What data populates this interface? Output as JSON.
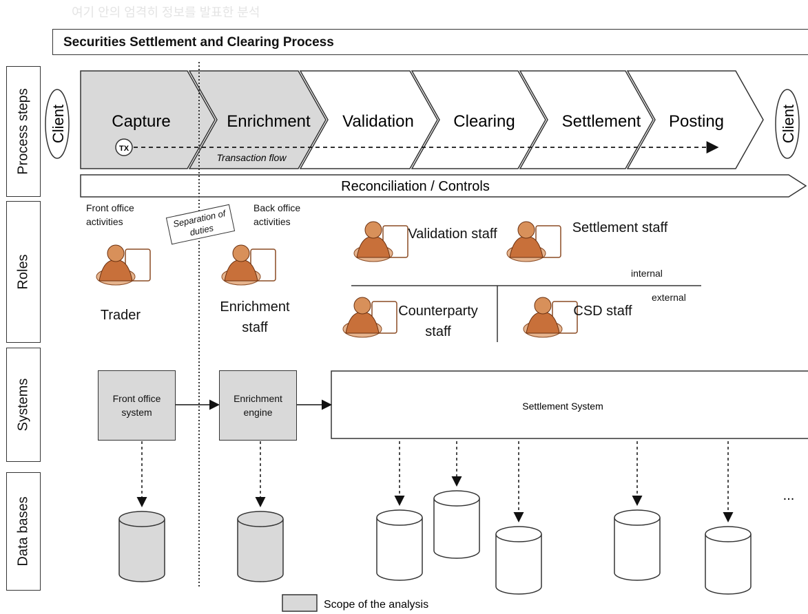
{
  "header_text": "여기 안의 엄격히 정보를 발표한 분석",
  "title": "Securities Settlement and Clearing Process",
  "lanes": {
    "process_steps": "Process steps",
    "roles": "Roles",
    "systems": "Systems",
    "data_bases": "Data bases"
  },
  "client_left": "Client",
  "client_right": "Client",
  "steps": [
    "Capture",
    "Enrichment",
    "Validation",
    "Clearing",
    "Settlement",
    "Posting"
  ],
  "tx_label": "TX",
  "transaction_flow": "Transaction flow",
  "reconciliation": "Reconciliation / Controls",
  "front_office": "Front office activities",
  "back_office": "Back office activities",
  "separation": "Separation of duties",
  "roles": {
    "trader": "Trader",
    "enrichment_staff": "Enrichment staff",
    "validation_staff": "Validation staff",
    "settlement_staff": "Settlement staff",
    "counterparty_staff": "Counterparty staff",
    "csd_staff": "CSD staff",
    "internal": "internal",
    "external": "external"
  },
  "systems": {
    "front_office_system": "Front office system",
    "enrichment_engine": "Enrichment engine",
    "settlement_system": "Settlement System"
  },
  "ellipsis": "...",
  "legend": "Scope of the analysis",
  "colors": {
    "scope_fill": "#d9d9d9",
    "stroke": "#333333",
    "person": "#c8703a"
  }
}
